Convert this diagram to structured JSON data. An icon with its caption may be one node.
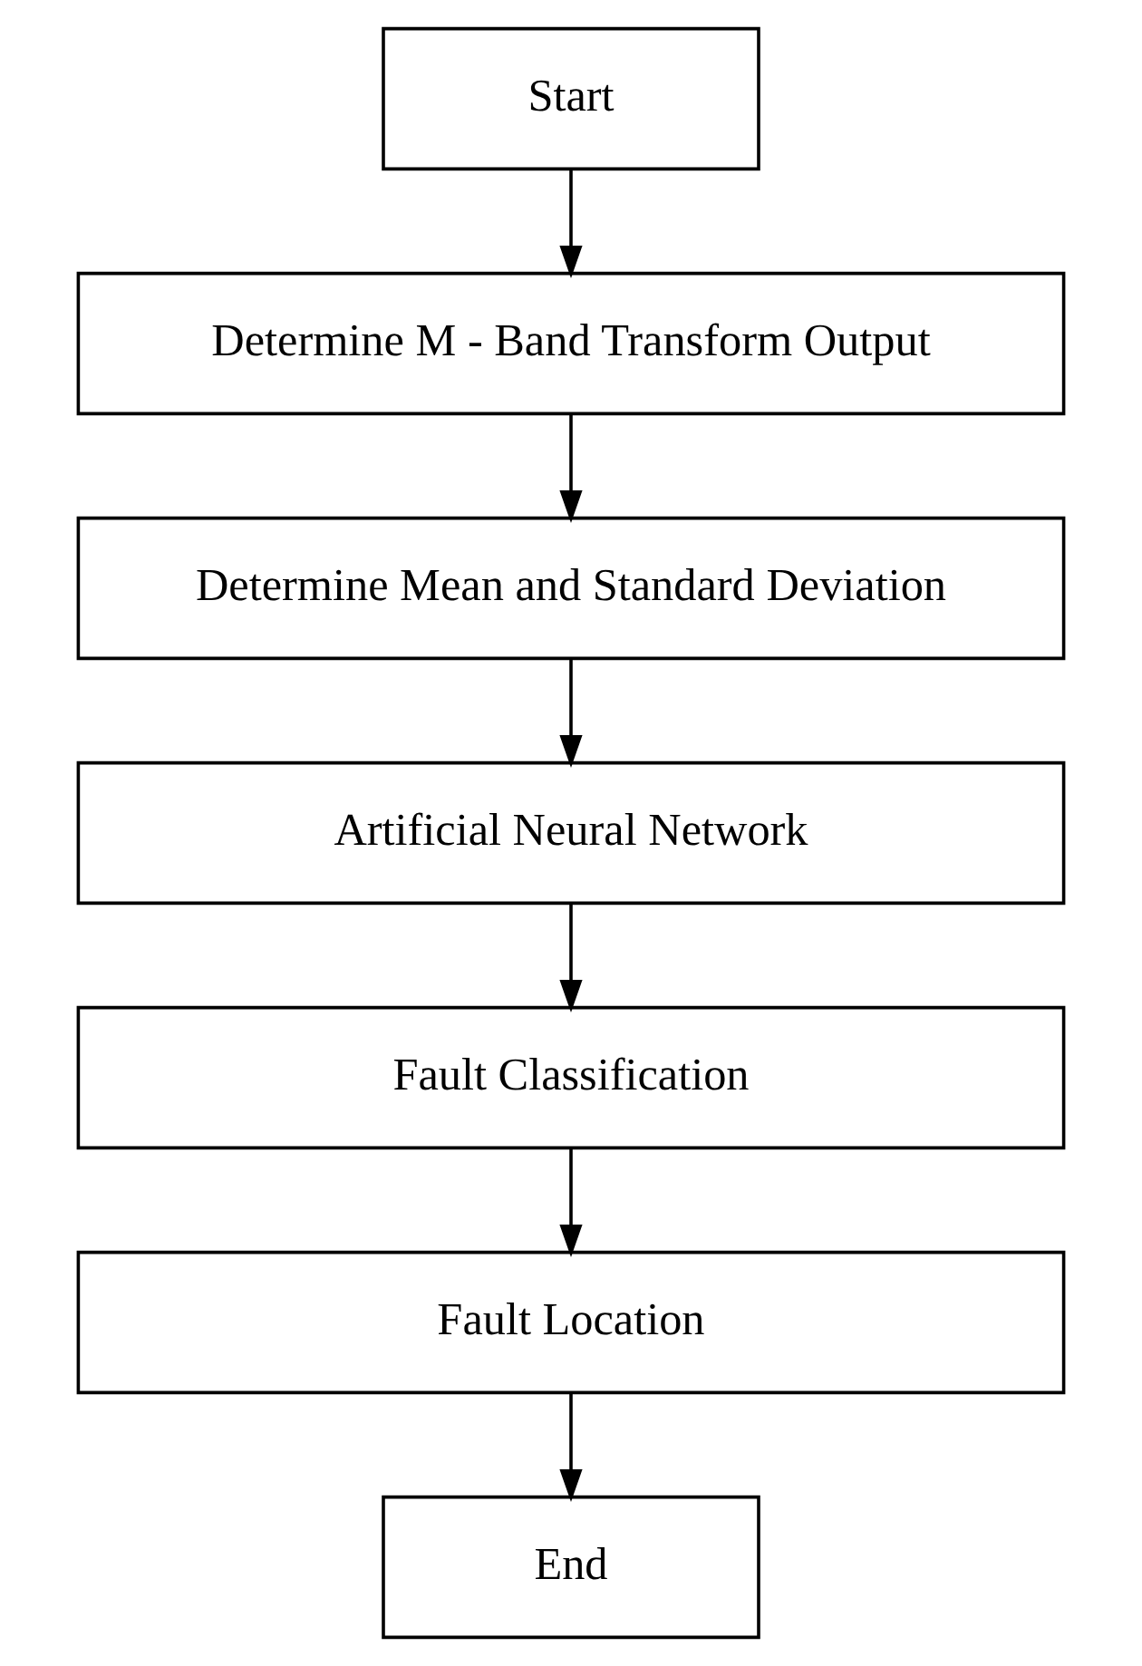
{
  "diagram": {
    "nodes": [
      {
        "text": [
          "Start"
        ]
      },
      {
        "text": [
          "Determine M - Band Transform Output"
        ]
      },
      {
        "text": [
          "Determine Mean and Standard Deviation"
        ]
      },
      {
        "text": [
          "Artificial Neural Network"
        ]
      },
      {
        "text": [
          "Fault Classification"
        ]
      },
      {
        "text": [
          "Fault Location"
        ]
      },
      {
        "text": [
          "End"
        ]
      }
    ],
    "edges": [
      {
        "from": 0,
        "to": 1,
        "arrow": "to"
      },
      {
        "from": 1,
        "to": 2,
        "arrow": "to"
      },
      {
        "from": 2,
        "to": 3,
        "arrow": "to"
      },
      {
        "from": 3,
        "to": 4,
        "arrow": "to"
      },
      {
        "from": 4,
        "to": 5,
        "arrow": "to"
      },
      {
        "from": 5,
        "to": 6,
        "arrow": "to"
      }
    ]
  }
}
